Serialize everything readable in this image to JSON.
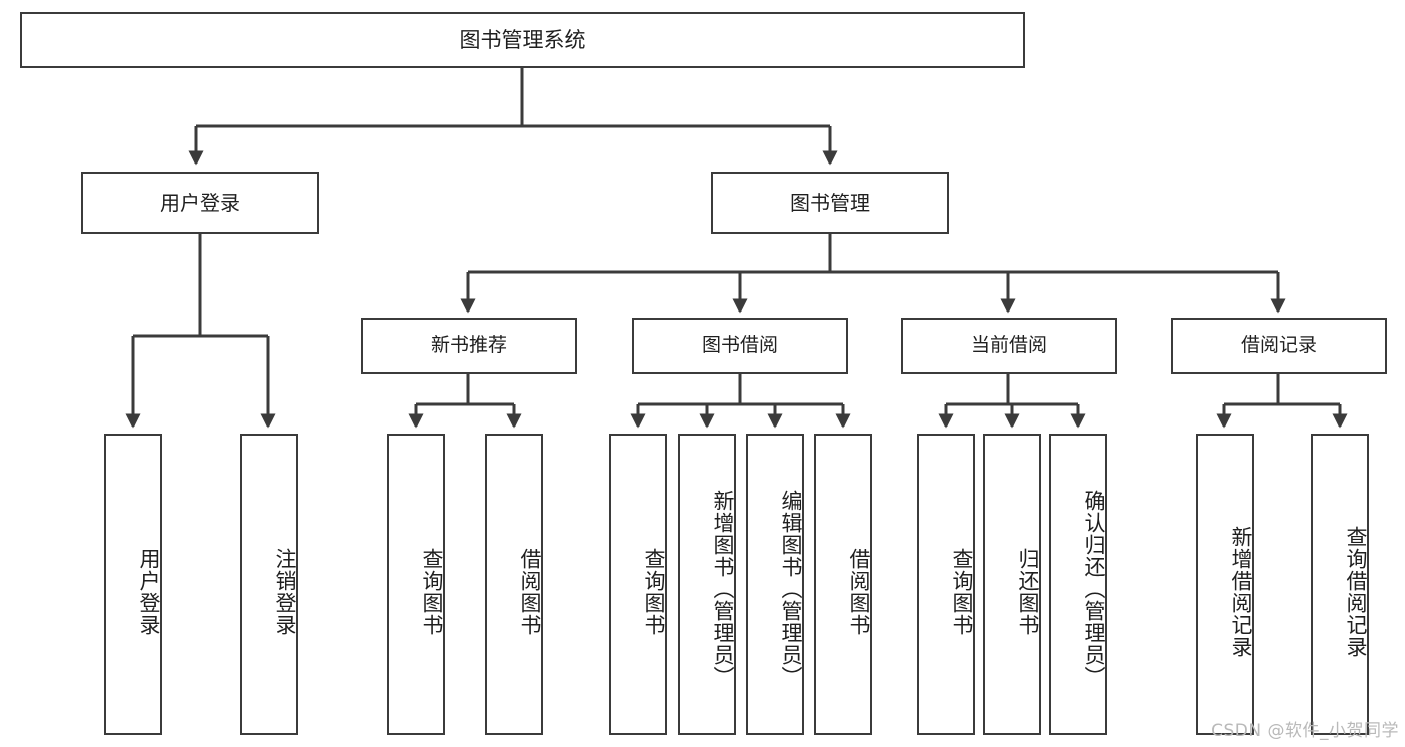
{
  "diagram": {
    "title_node": {
      "label": "图书管理系统"
    },
    "level2": [
      {
        "id": "user-login",
        "label": "用户登录"
      },
      {
        "id": "book-manage",
        "label": "图书管理"
      }
    ],
    "level3": [
      {
        "id": "new-book-recommend",
        "label": "新书推荐"
      },
      {
        "id": "book-borrow",
        "label": "图书借阅"
      },
      {
        "id": "current-borrow",
        "label": "当前借阅"
      },
      {
        "id": "borrow-record",
        "label": "借阅记录"
      }
    ],
    "leaves": {
      "user_login": [
        {
          "id": "leaf-user-login",
          "label": "用户登录"
        },
        {
          "id": "leaf-logout-login",
          "label": "注销登录"
        }
      ],
      "new_book_recommend": [
        {
          "id": "leaf-query-book-1",
          "label": "查询图书"
        },
        {
          "id": "leaf-borrow-book-1",
          "label": "借阅图书"
        }
      ],
      "book_borrow": [
        {
          "id": "leaf-query-book-2",
          "label": "查询图书"
        },
        {
          "id": "leaf-add-book",
          "label": "新增图书（管理员）"
        },
        {
          "id": "leaf-edit-book",
          "label": "编辑图书（管理员）"
        },
        {
          "id": "leaf-borrow-book-2",
          "label": "借阅图书"
        }
      ],
      "current_borrow": [
        {
          "id": "leaf-query-book-3",
          "label": "查询图书"
        },
        {
          "id": "leaf-return-book",
          "label": "归还图书"
        },
        {
          "id": "leaf-confirm-return",
          "label": "确认归还（管理员）"
        }
      ],
      "borrow_record": [
        {
          "id": "leaf-add-record",
          "label": "新增借阅记录"
        },
        {
          "id": "leaf-query-record",
          "label": "查询借阅记录"
        }
      ]
    },
    "watermark": "CSDN @软件_小贺同学",
    "colors": {
      "stroke": "#3b3b3b",
      "text": "#1f1f1f",
      "background": "#ffffff",
      "watermark": "#b9b9b9"
    }
  }
}
